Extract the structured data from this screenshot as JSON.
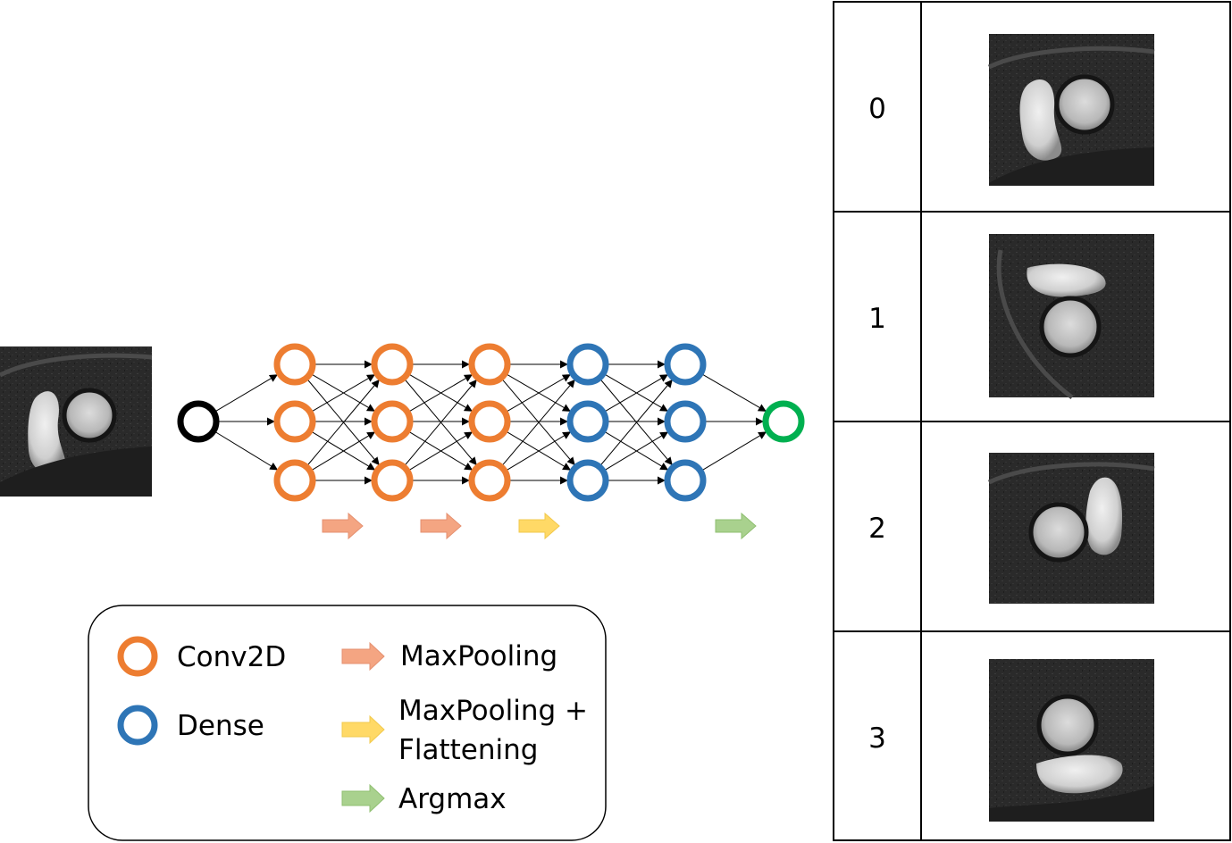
{
  "legend": {
    "items": [
      {
        "label": "Conv2D",
        "kind": "circle",
        "color": "#ED7D31"
      },
      {
        "label": "Dense",
        "kind": "circle",
        "color": "#2E75B6"
      },
      {
        "label": "MaxPooling",
        "kind": "arrow",
        "color": "#F4A582"
      },
      {
        "label": "MaxPooling +",
        "label2": "Flattening",
        "kind": "arrow",
        "color": "#FFD966"
      },
      {
        "label": "Argmax",
        "kind": "arrow",
        "color": "#A9D18E"
      }
    ]
  },
  "network": {
    "input_node_color": "#000000",
    "output_node_color": "#00B050",
    "layers": [
      {
        "type": "Conv2D",
        "nodes": 3
      },
      {
        "type": "Conv2D",
        "nodes": 3
      },
      {
        "type": "Conv2D",
        "nodes": 3
      },
      {
        "type": "Dense",
        "nodes": 3
      },
      {
        "type": "Dense",
        "nodes": 3
      }
    ],
    "transition_arrows": [
      "MaxPooling",
      "MaxPooling",
      "MaxPooling + Flattening",
      "Argmax"
    ]
  },
  "class_table": {
    "rows": [
      {
        "label": "0",
        "image": "mri-slice-class-0"
      },
      {
        "label": "1",
        "image": "mri-slice-class-1"
      },
      {
        "label": "2",
        "image": "mri-slice-class-2"
      },
      {
        "label": "3",
        "image": "mri-slice-class-3"
      }
    ]
  },
  "input_image": "mri-slice-input"
}
